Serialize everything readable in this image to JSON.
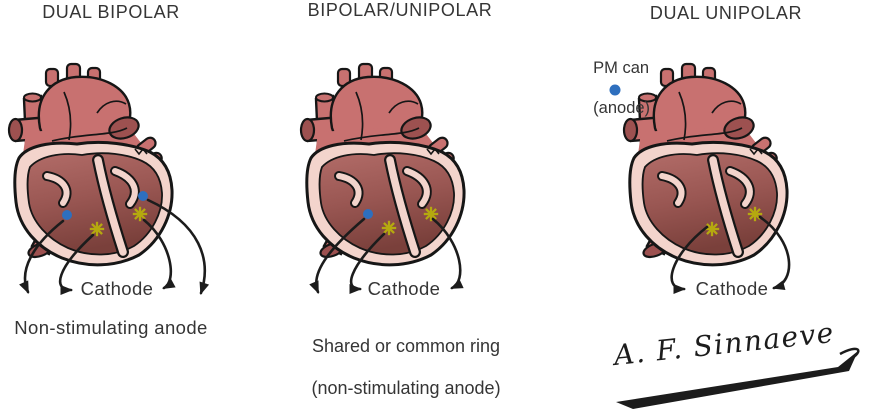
{
  "figure": {
    "type": "medical-diagram",
    "subject": "pacemaker lead polarity configurations in the heart"
  },
  "panels": [
    {
      "title": "DUAL BIPOLAR",
      "cathode_label": "Cathode",
      "anode_label": "Non-stimulating anode",
      "markers": {
        "cathodes": 2,
        "anodes": 2
      }
    },
    {
      "title": "BIPOLAR/UNIPOLAR",
      "cathode_label": "Cathode",
      "anode_label_line1": "Shared or common ring",
      "anode_label_line2": "(non-stimulating anode)",
      "markers": {
        "cathodes": 2,
        "anodes": 1
      }
    },
    {
      "title": "DUAL UNIPOLAR",
      "cathode_label": "Cathode",
      "pm_can_line1": "PM can",
      "pm_can_line2": "(anode)",
      "markers": {
        "cathodes": 2,
        "anodes": 1
      }
    }
  ],
  "legend": {
    "blue_dot_meaning": "anode",
    "yellow_asterisk_meaning": "cathode"
  },
  "signature": "A. F. Sinnaeve",
  "colors": {
    "salmon": "#c87170",
    "salmon_dark": "#9d5150",
    "wall": "#f3d4cc",
    "chamber_hi": "#b26c68",
    "chamber_lo": "#7a403b",
    "outline": "#161616",
    "blue": "#2e6fbe",
    "yellow": "#b5a90f",
    "ink": "#1c1c1c",
    "text": "#353535"
  }
}
